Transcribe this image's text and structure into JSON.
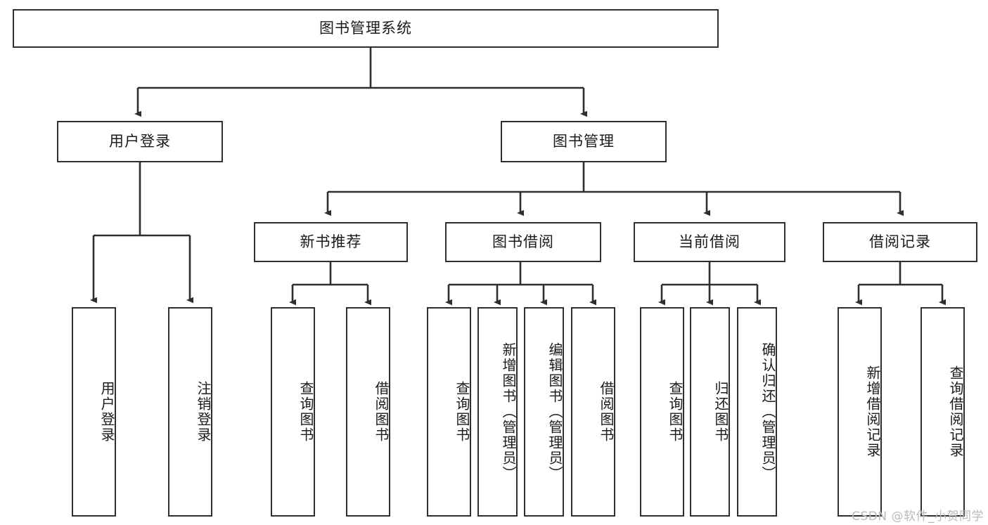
{
  "diagram": {
    "title": "图书管理系统",
    "watermark": "CSDN @软件_小贺同学",
    "stroke_color": "#2e2e2e",
    "background_color": "#ffffff",
    "text_color": "#1a1a1a",
    "watermark_color": "#b9b9b9"
  },
  "nodes": {
    "root": {
      "label": "图书管理系统"
    },
    "level2": [
      {
        "label": "用户登录"
      },
      {
        "label": "图书管理"
      }
    ],
    "level3": [
      {
        "label": "新书推荐"
      },
      {
        "label": "图书借阅"
      },
      {
        "label": "当前借阅"
      },
      {
        "label": "借阅记录"
      }
    ],
    "login_leaves": [
      {
        "label": "用户登录"
      },
      {
        "label": "注销登录"
      }
    ],
    "recommend_leaves": [
      {
        "label": "查询图书"
      },
      {
        "label": "借阅图书"
      }
    ],
    "borrow_leaves": [
      {
        "label": "查询图书"
      },
      {
        "label": "新增图书（管理员）"
      },
      {
        "label": "编辑图书（管理员）"
      },
      {
        "label": "借阅图书"
      }
    ],
    "current_leaves": [
      {
        "label": "查询图书"
      },
      {
        "label": "归还图书"
      },
      {
        "label": "确认归还（管理员）"
      }
    ],
    "record_leaves": [
      {
        "label": "新增借阅记录"
      },
      {
        "label": "查询借阅记录"
      }
    ]
  }
}
